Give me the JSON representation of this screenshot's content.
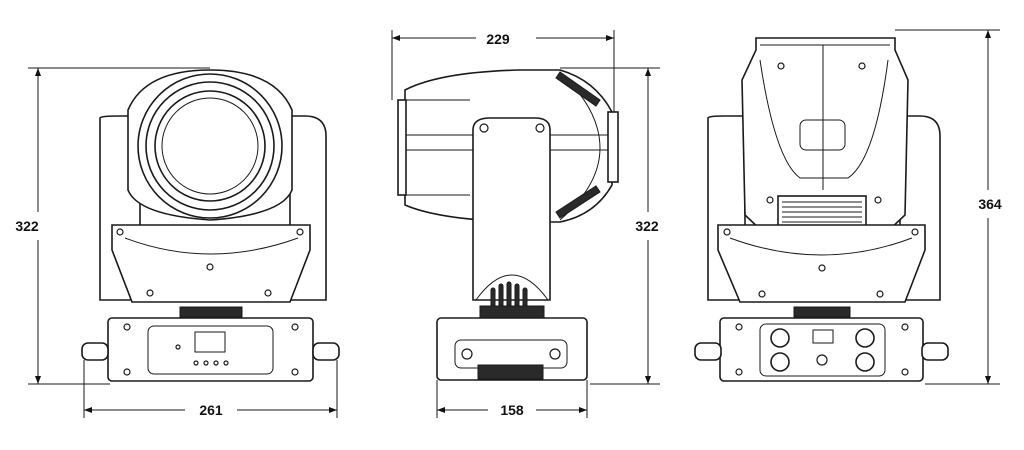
{
  "figure": {
    "views": [
      "front",
      "side",
      "rear"
    ],
    "dimensions": {
      "front_height": "322",
      "front_width": "261",
      "side_depth": "229",
      "side_height": "322",
      "side_base_width": "158",
      "rear_height": "364"
    }
  }
}
